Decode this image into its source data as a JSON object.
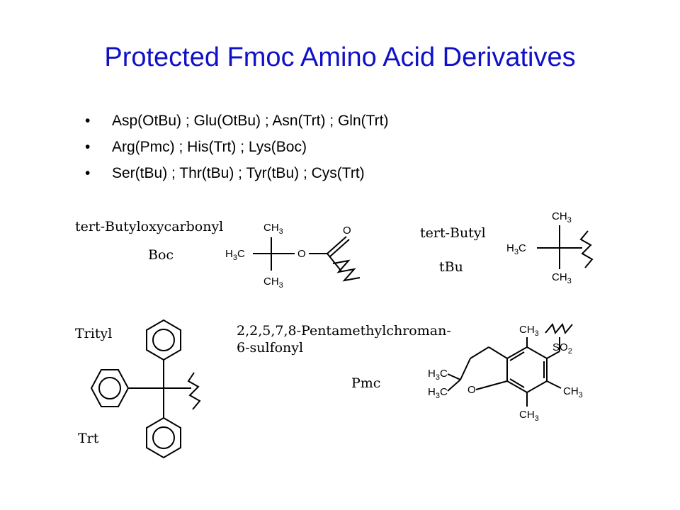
{
  "slide": {
    "title": "Protected Fmoc Amino Acid Derivatives",
    "bullets": [
      "Asp(OtBu) ; Glu(OtBu) ; Asn(Trt) ; Gln(Trt)",
      "Arg(Pmc) ; His(Trt) ; Lys(Boc)",
      "Ser(tBu) ; Thr(tBu) ; Tyr(tBu) ; Cys(Trt)"
    ],
    "bullet_glyph": "•",
    "title_color": "#1010c8"
  },
  "boc": {
    "name": "tert-Butyloxycarbonyl",
    "abbr": "Boc",
    "ch3_top": "CH",
    "h3c": "H",
    "c_left": "C",
    "ch3_bottom": "CH",
    "o_ester": "O",
    "o_carbonyl": "O"
  },
  "tbu": {
    "name": "tert-Butyl",
    "abbr": "tBu",
    "ch3_top": "CH",
    "h3c": "H",
    "c_left": "C",
    "ch3_bottom": "CH"
  },
  "trityl": {
    "name": "Trityl",
    "abbr": "Trt"
  },
  "pmc": {
    "name_line1": "2,2,5,7,8-Pentamethylchroman-",
    "name_line2": "6-sulfonyl",
    "abbr": "Pmc",
    "ch3_top": "CH",
    "so2": "SO",
    "h3c_1": "H",
    "h3c_2": "H",
    "c_1": "C",
    "c_2": "C",
    "o_ring": "O",
    "ch3_right": "CH",
    "ch3_bottom": "CH"
  },
  "subscripts": {
    "three": "3",
    "two": "2"
  }
}
